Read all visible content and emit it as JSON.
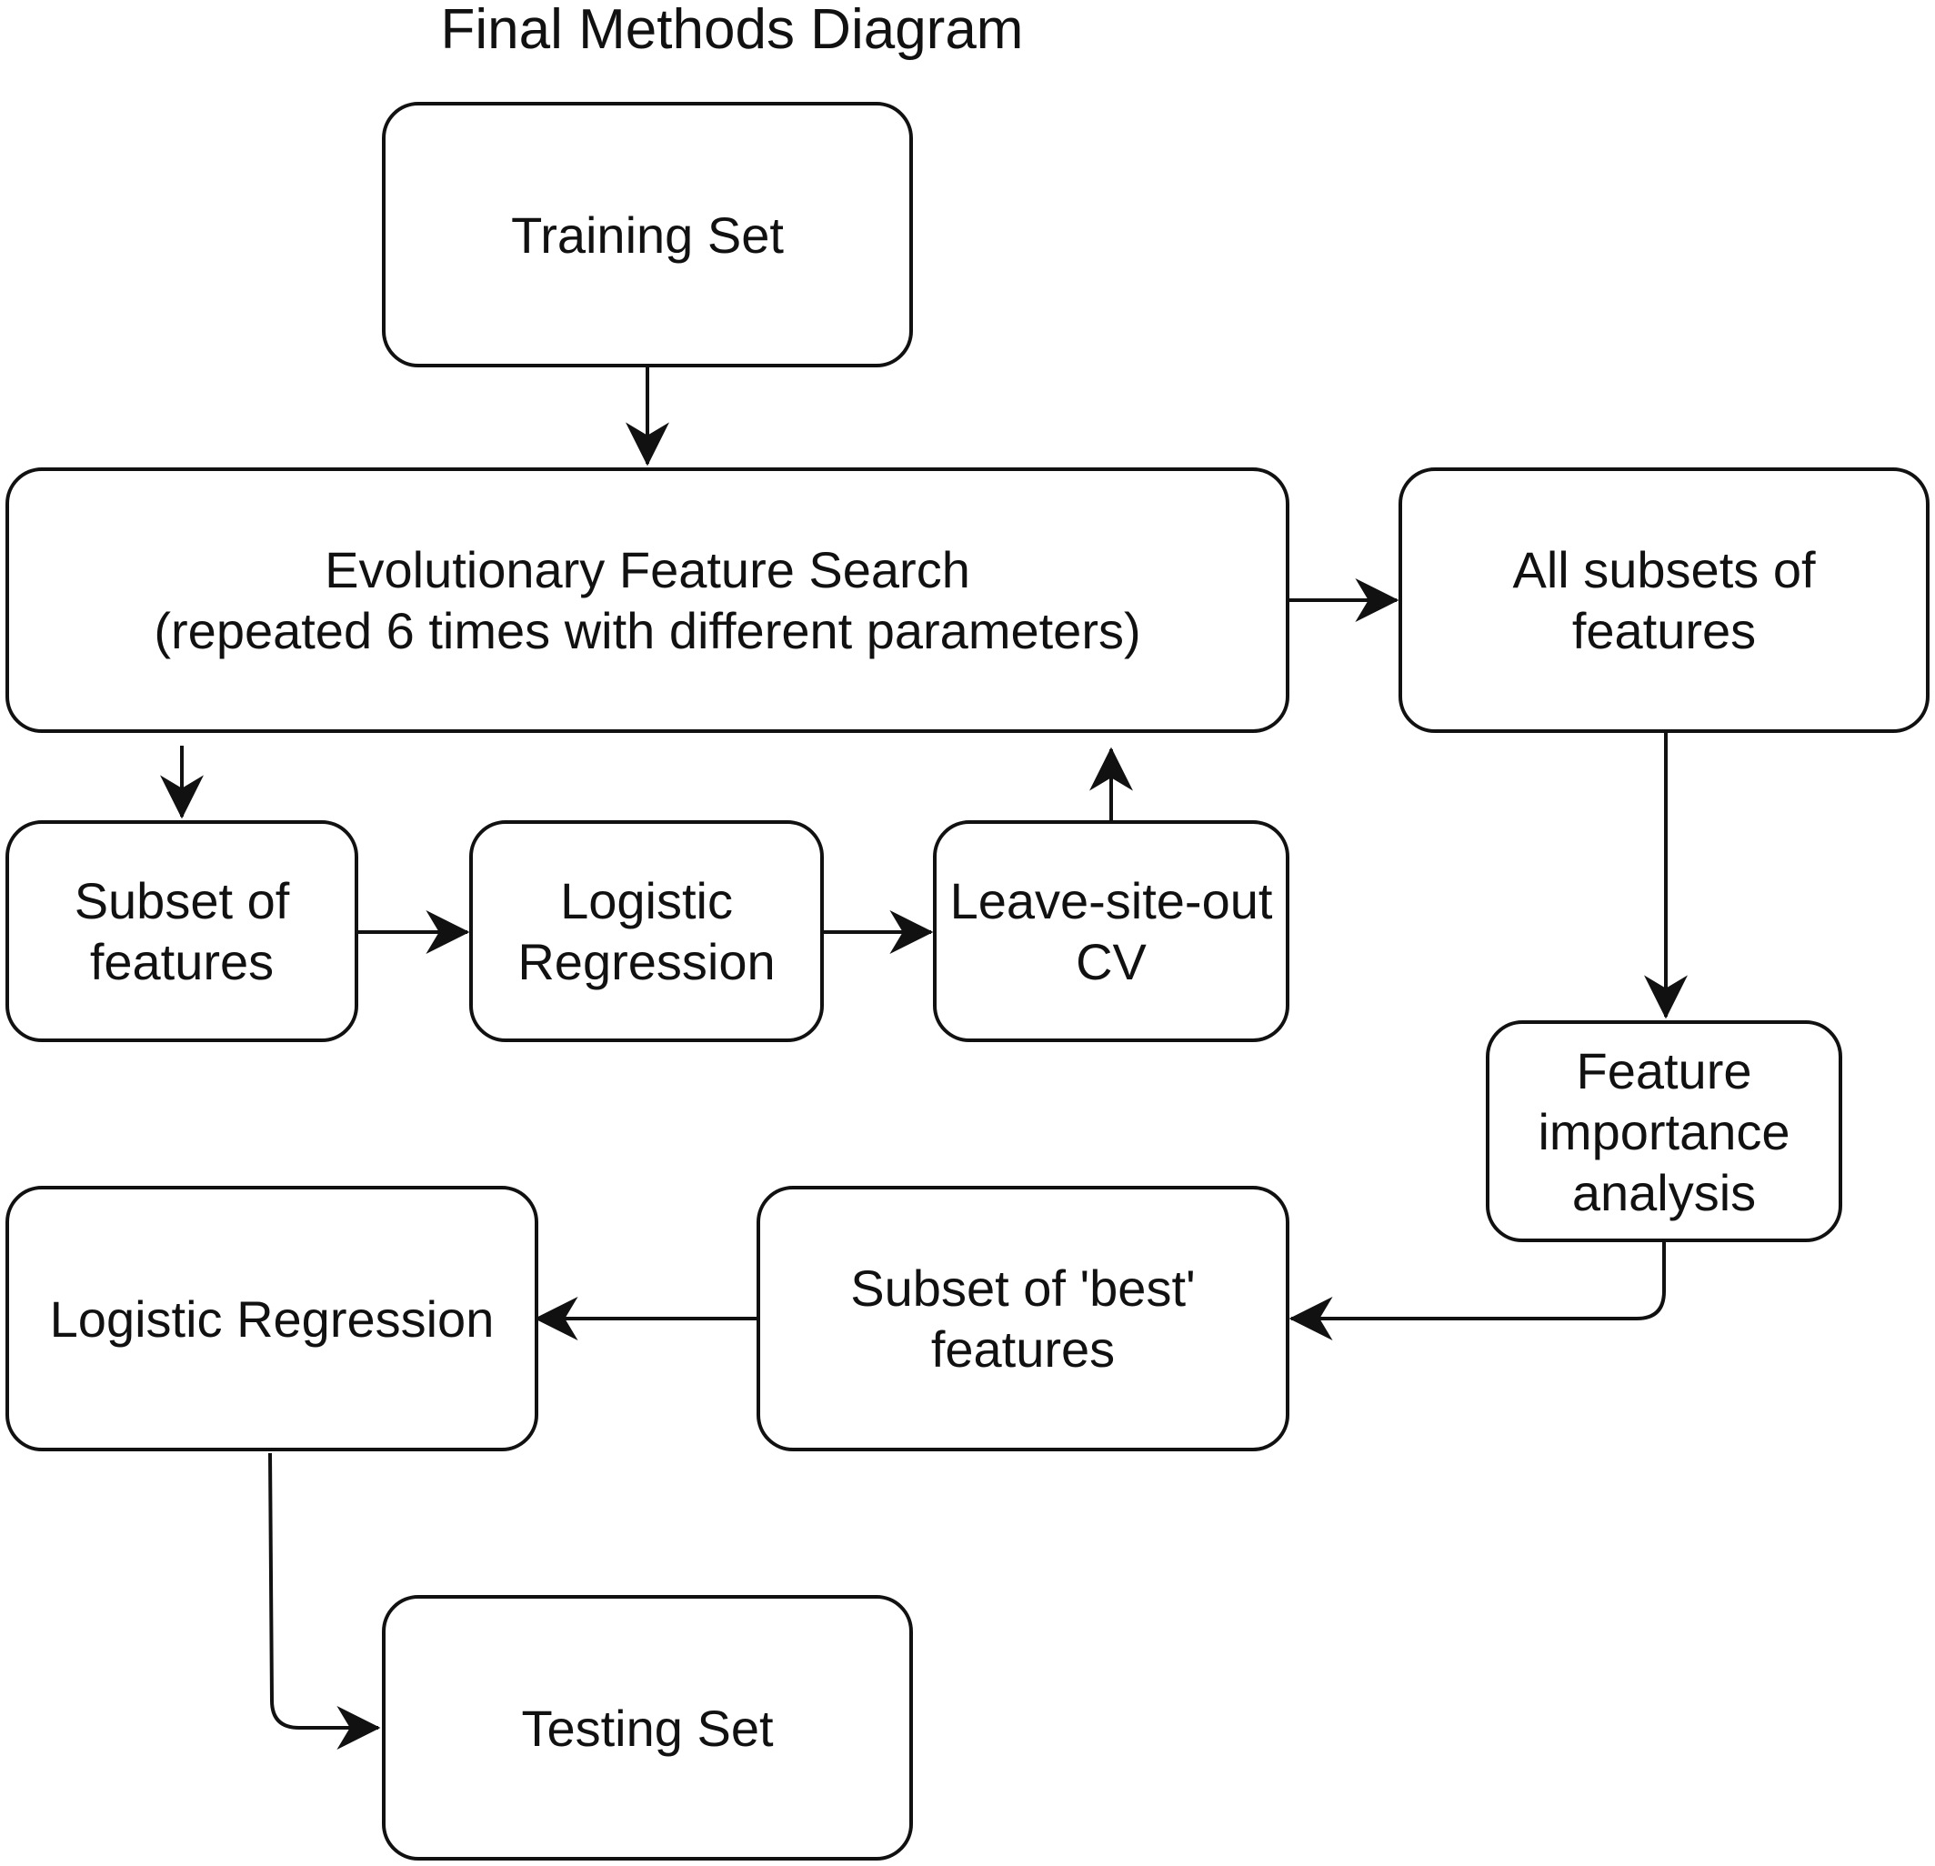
{
  "title": "Final Methods Diagram",
  "boxes": {
    "training_set": [
      "Training Set"
    ],
    "evolutionary_search": [
      "Evolutionary Feature Search",
      "(repeated 6 times with different parameters)"
    ],
    "all_subsets": [
      "All subsets of",
      "features"
    ],
    "subset_features": [
      "Subset of",
      "features"
    ],
    "logistic_regression_inner": [
      "Logistic",
      "Regression"
    ],
    "leave_site_out": [
      "Leave-site-out",
      "CV"
    ],
    "feature_importance": [
      "Feature",
      "importance",
      "analysis"
    ],
    "logistic_regression_final": [
      "Logistic Regression"
    ],
    "best_subset": [
      "Subset of 'best'",
      "features"
    ],
    "testing_set": [
      "Testing Set"
    ]
  }
}
